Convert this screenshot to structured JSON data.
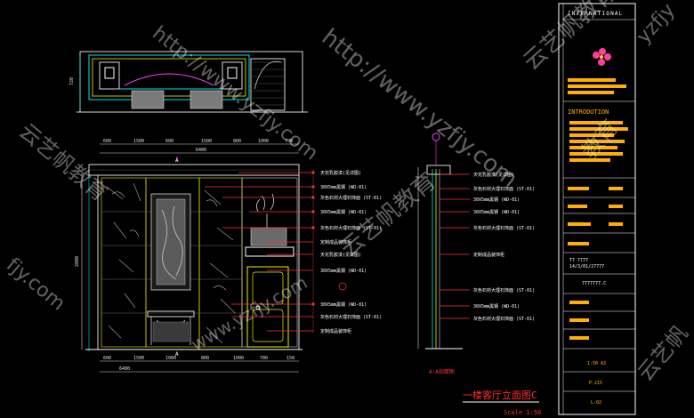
{
  "drawing": {
    "title": "一楼客厅立面图C",
    "scale": "Scale 1:50",
    "section_label": "A-A剖面图"
  },
  "title_block": {
    "company": "INTERNATIONAL",
    "intro": "INTRODUTION",
    "code_line": "T7  7777",
    "date_line": "14/3/01/27777",
    "note_line": "7777777.C",
    "scale": "1:50 A3",
    "drawing_no": "P-215",
    "sheet": "L-02"
  },
  "dimensions": {
    "top": [
      "600",
      "1500",
      "600",
      "1500",
      "800",
      "1000",
      "700"
    ],
    "bottom": [
      "600",
      "1500",
      "1000",
      "800",
      "1000",
      "700",
      "150"
    ],
    "overall": "6400",
    "height": "2800",
    "top_plan": "720"
  },
  "markers": {
    "section_a": "A"
  },
  "callouts_main": [
    "天花乳胶漆(见详图)",
    "30X5mm黑钢 (WD-01)",
    "灰色石材大理石饰面 (ST-01)",
    "30X5mm黑钢 (WD-01)",
    "灰色石材大理石饰面 (ST-01)",
    "定制成品装饰柜",
    "天花乳胶漆(见详图)",
    "30X5mm黑钢 (WD-01)",
    "30X5mm黑钢 (WD-01)",
    "灰色石材大理石饰面 (ST-01)",
    "定制成品装饰柜"
  ],
  "callouts_section": [
    "天花乳胶漆(见详图)",
    "灰色石材大理石饰面 (ST-01)",
    "30X5mm黑钢 (WD-01)",
    "30X5mm黑钢 (WD-01)",
    "灰色石材大理石饰面 (ST-01)",
    "定制成品装饰柜",
    "灰色石材大理石饰面 (ST-01)",
    "30X5mm黑钢 (WD-01)",
    "灰色石材大理石饰面 (ST-01)"
  ],
  "watermarks": [
    "http://www.yzfjy.com",
    "云艺帆教育",
    "http://www.yzfjy.com",
    "云艺帆教育",
    "www.yzfjy.com",
    "云艺帆教育",
    "yzfjy",
    "教育",
    "fjy.com",
    "云艺帆"
  ]
}
